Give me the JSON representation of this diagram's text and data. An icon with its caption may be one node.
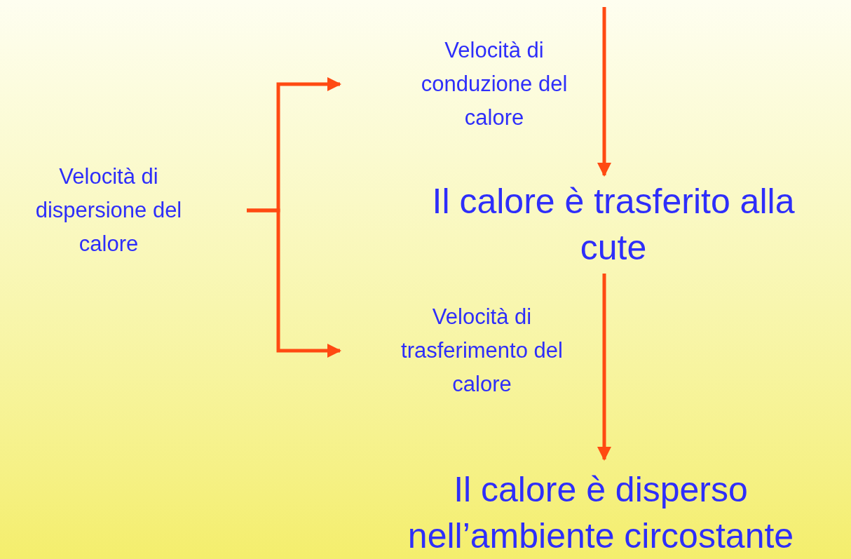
{
  "diagram": {
    "nodes": [
      {
        "text": [
          "Velocità di dispersione del calore"
        ]
      },
      {
        "text": [
          "Velocità di conduzione del calore"
        ]
      },
      {
        "text": [
          "Il calore è trasferito alla cute"
        ]
      },
      {
        "text": [
          "Velocità di trasferimento del calore"
        ]
      },
      {
        "text": [
          "Il calore è disperso nell’ambiente circostante"
        ]
      }
    ],
    "edges": [
      {
        "from": 0,
        "to": 1,
        "arrow": "to"
      },
      {
        "from": 0,
        "to": 3,
        "arrow": "to"
      },
      {
        "from": null,
        "to": 2,
        "arrow": "to"
      },
      {
        "from": 2,
        "to": 4,
        "arrow": "to"
      }
    ]
  }
}
